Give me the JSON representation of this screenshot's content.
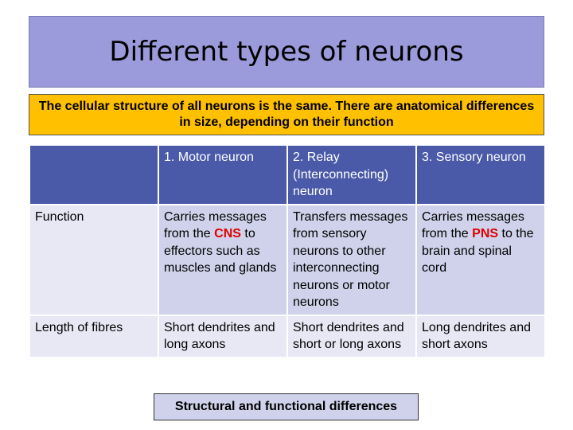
{
  "title": "Different types of neurons",
  "banner": "The cellular structure of all neurons is the same. There are anatomical differences in size, depending on their function",
  "table": {
    "columns": [
      "",
      "1. Motor neuron",
      "2. Relay (Interconnecting) neuron",
      "3. Sensory neuron"
    ],
    "rows": [
      {
        "label": "Function",
        "motor": {
          "a": "Carries messages from the ",
          "hl": "CNS",
          "b": " to effectors such as muscles and glands"
        },
        "relay": "Transfers messages from sensory neurons to other interconnecting neurons or motor neurons",
        "sensory": {
          "a": "Carries messages from the ",
          "hl": "PNS",
          "b": " to the brain and spinal cord"
        }
      },
      {
        "label": "Length of fibres",
        "motor": "Short dendrites and long axons",
        "relay": "Short dendrites and short or long axons",
        "sensory": "Long dendrites and short axons"
      }
    ]
  },
  "footer": "Structural and functional differences",
  "colors": {
    "title_bg": "#9b9bdc",
    "banner_bg": "#ffc000",
    "header_bg": "#4a5aa8",
    "row_dark": "#cfd2ea",
    "row_light": "#e7e8f4",
    "highlight": "#e00000"
  }
}
